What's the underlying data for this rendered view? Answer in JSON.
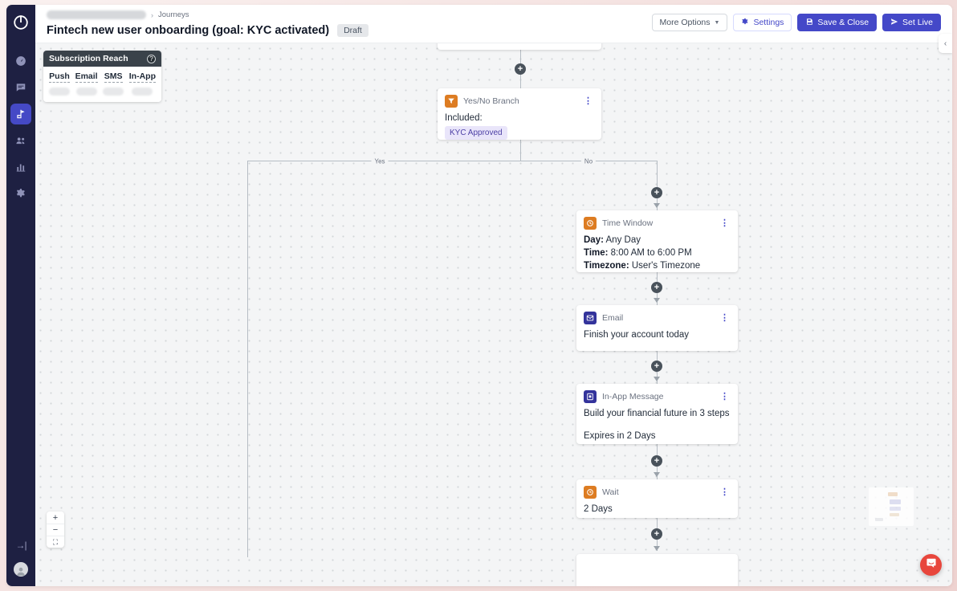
{
  "header": {
    "breadcrumb": {
      "separator": "›",
      "current": "Journeys"
    },
    "title": "Fintech new user onboarding (goal: KYC activated)",
    "status_badge": "Draft",
    "buttons": {
      "more_options": "More Options",
      "more_options_caret": "▼",
      "settings": "Settings",
      "save_close": "Save & Close",
      "set_live": "Set Live"
    }
  },
  "sidebar": {
    "items": [
      {
        "name": "dashboard"
      },
      {
        "name": "messages"
      },
      {
        "name": "journeys",
        "active": true
      },
      {
        "name": "audience"
      },
      {
        "name": "analytics"
      },
      {
        "name": "settings"
      }
    ]
  },
  "reach_panel": {
    "title": "Subscription Reach",
    "help_glyph": "?",
    "columns": [
      "Push",
      "Email",
      "SMS",
      "In-App"
    ]
  },
  "canvas": {
    "branch_labels": {
      "yes": "Yes",
      "no": "No"
    },
    "nodes": [
      {
        "type": "Yes/No Branch",
        "body_label": "Included:",
        "tag": "KYC Approved"
      },
      {
        "type": "Time Window",
        "lines": [
          {
            "label": "Day:",
            "value": " Any Day"
          },
          {
            "label": "Time:",
            "value": " 8:00 AM to 6:00 PM"
          },
          {
            "label": "Timezone:",
            "value": " User's Timezone"
          }
        ]
      },
      {
        "type": "Email",
        "text": "Finish your account today"
      },
      {
        "type": "In-App Message",
        "text": "Build your financial future in 3 steps",
        "subtext": "Expires in 2 Days"
      },
      {
        "type": "Wait",
        "text": "2 Days"
      }
    ],
    "zoom_controls": {
      "in": "+",
      "out": "−",
      "fit": "⛶"
    },
    "plus_glyph": "+",
    "kebab_glyph": "⋮",
    "collapse_glyph": "‹",
    "expand_glyph": "→|"
  },
  "colors": {
    "accent_indigo": "#4448c8",
    "node_orange": "#dd7c22",
    "node_indigo": "#33339b",
    "sidebar_bg": "#1e2042",
    "intercom_red": "#e8463c",
    "reach_header": "#3a424a"
  }
}
